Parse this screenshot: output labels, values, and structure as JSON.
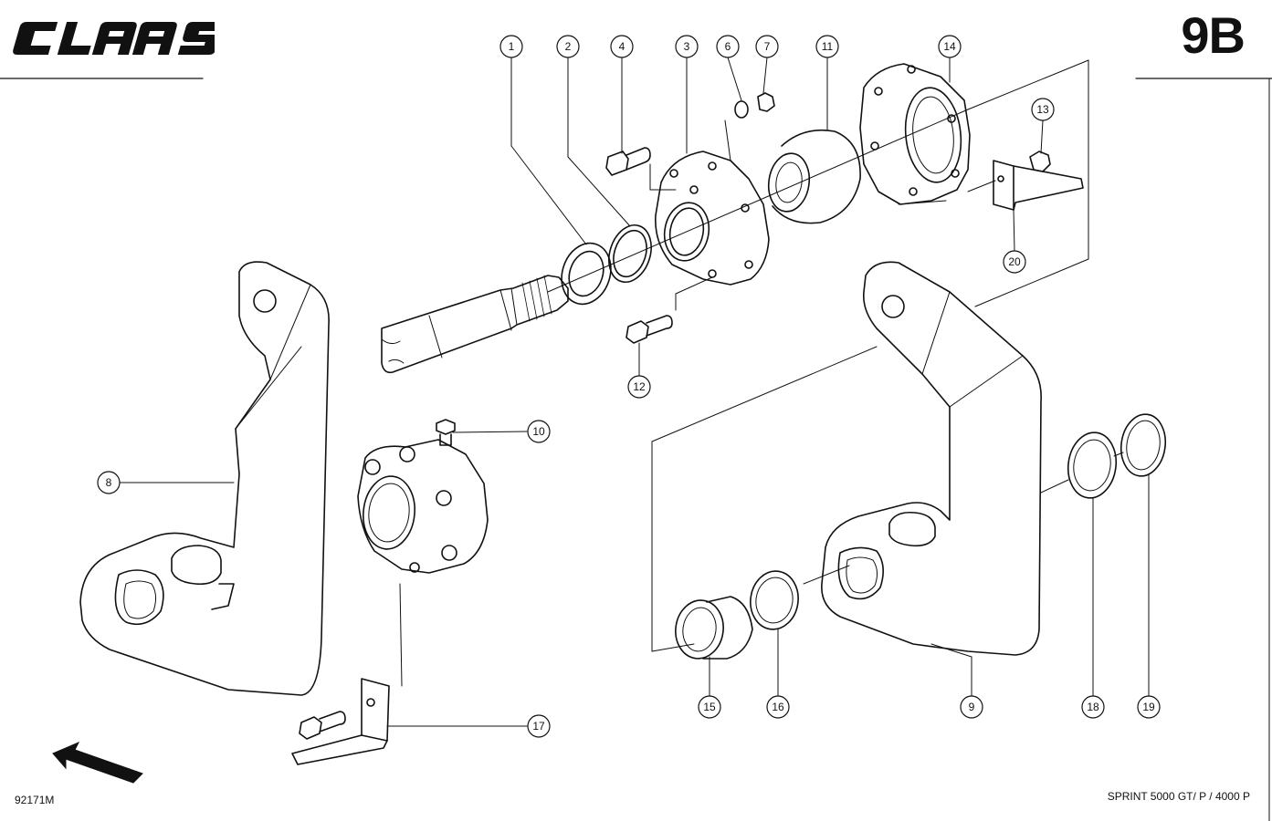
{
  "header": {
    "brand": "CLAAS",
    "page_code": "9B"
  },
  "footer": {
    "drawing_ref": "92171M",
    "model": "SPRINT 5000 GT/ P / 4000 P"
  },
  "callouts": [
    "1",
    "2",
    "4",
    "3",
    "6",
    "7",
    "11",
    "14",
    "13",
    "20",
    "12",
    "10",
    "8",
    "17",
    "15",
    "16",
    "9",
    "18",
    "19"
  ],
  "icons": {
    "direction_arrow": "arrow-icon"
  }
}
